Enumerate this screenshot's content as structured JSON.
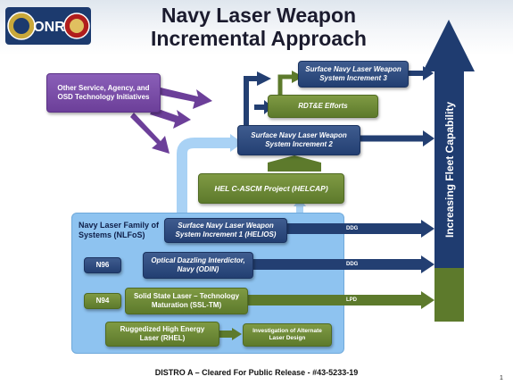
{
  "title_line1": "Navy Laser Weapon",
  "title_line2": "Incremental Approach",
  "logo_text": "ONR",
  "boxes": {
    "other_service": "Other Service, Agency, and OSD Technology Initiatives",
    "increment3": "Surface Navy Laser Weapon System Increment 3",
    "rdte": "RDT&E Efforts",
    "increment2": "Surface Navy Laser Weapon System Increment 2",
    "helcap": "HEL C-ASCM Project (HELCAP)",
    "helios": "Surface Navy Laser Weapon System Increment 1 (HELIOS)",
    "odin": "Optical Dazzling Interdictor, Navy (ODIN)",
    "sslt": "Solid State Laser – Technology Maturation (SSL-TM)",
    "rhel": "Ruggedized High Energy Laser (RHEL)",
    "alt_design": "Investigation of Alternate Laser Design"
  },
  "panel_title": "Navy Laser Family of Systems (NLFoS)",
  "sponsors": {
    "n96": "N96",
    "n94": "N94"
  },
  "platform_labels": {
    "helios": "DDG",
    "odin": "DDG",
    "sslt": "LPD"
  },
  "capability_label": "Increasing Fleet Capability",
  "footer": "DISTRO A – Cleared For Public Release - #43-5233-19",
  "page_number": "1",
  "colors": {
    "navy": "#233f72",
    "green": "#5d7a2c",
    "purple": "#6c3f99",
    "panel": "#8ec3f0",
    "light_arrow": "#a9d2f5"
  }
}
